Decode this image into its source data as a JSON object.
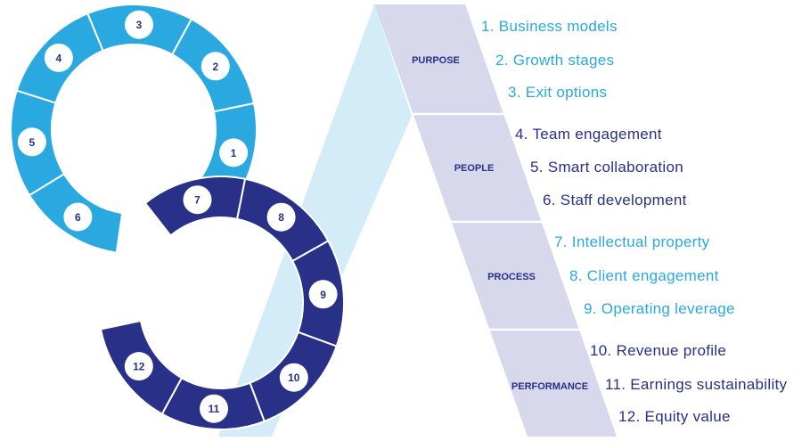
{
  "colors": {
    "light_blue": "#2aa9e0",
    "dark_blue": "#283087",
    "pale_blue": "#d3ecf8",
    "lavender": "#d7d8ec",
    "white": "#ffffff"
  },
  "segments": [
    "1",
    "2",
    "3",
    "4",
    "5",
    "6",
    "7",
    "8",
    "9",
    "10",
    "11",
    "12"
  ],
  "categories": [
    {
      "label": "PURPOSE",
      "items": [
        "1. Business models",
        "2. Growth stages",
        "3. Exit options"
      ]
    },
    {
      "label": "PEOPLE",
      "items": [
        "4. Team engagement",
        "5. Smart collaboration",
        "6. Staff development"
      ]
    },
    {
      "label": "PROCESS",
      "items": [
        "7. Intellectual property",
        "8. Client engagement",
        "9. Operating leverage"
      ]
    },
    {
      "label": "PERFORMANCE",
      "items": [
        "10. Revenue profile",
        "11. Earnings sustainability",
        "12. Equity value"
      ]
    }
  ]
}
